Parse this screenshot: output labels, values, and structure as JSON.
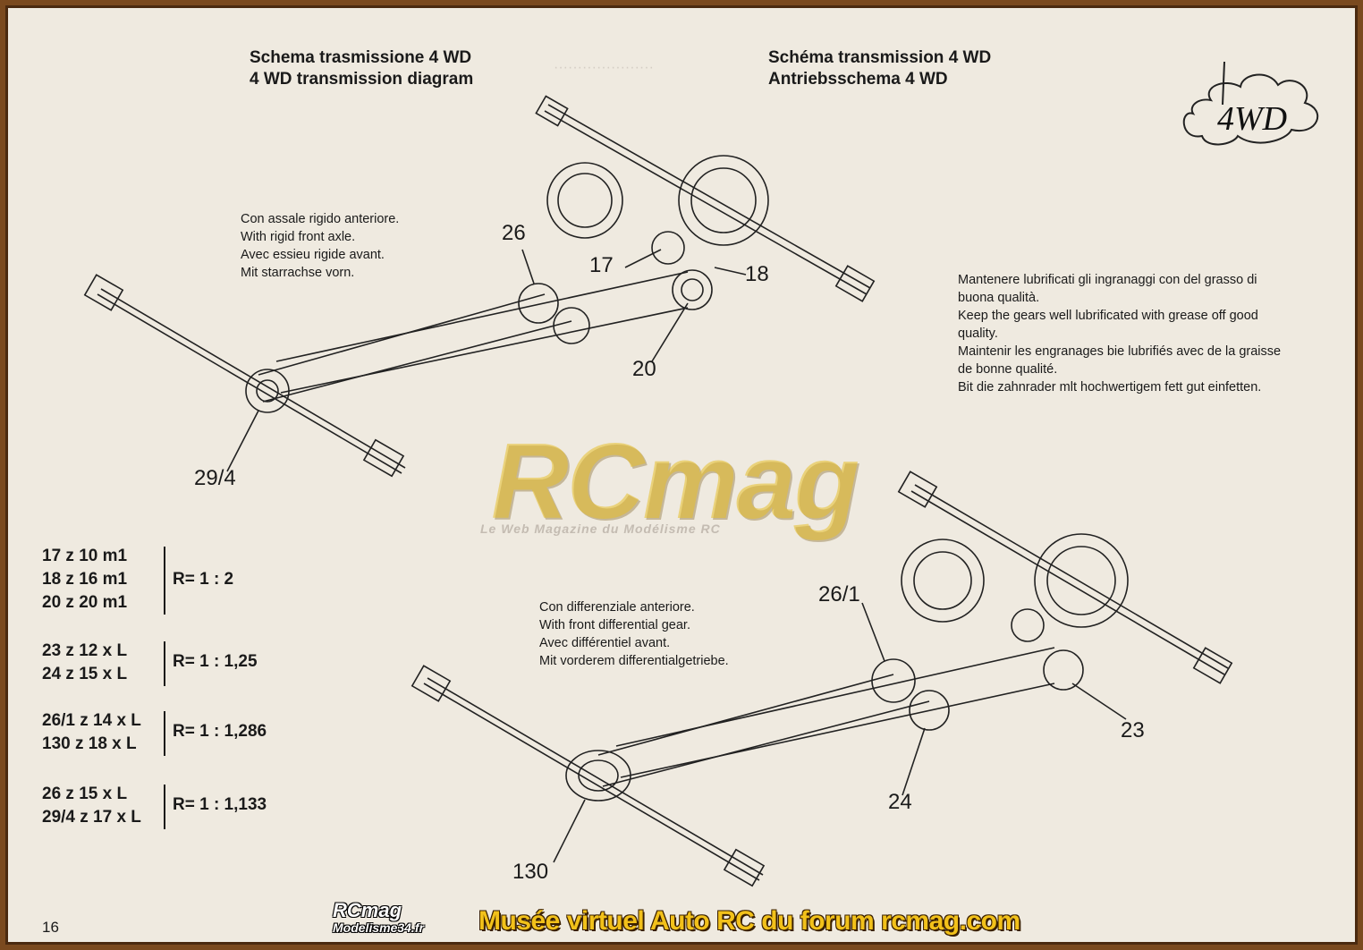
{
  "titles": {
    "it": "Schema trasmissione 4 WD",
    "en": "4 WD transmission diagram",
    "fr": "Schéma transmission 4 WD",
    "de": "Antriebsschema 4 WD"
  },
  "logo_4wd": "4WD",
  "notes": {
    "rigid_axle": [
      "Con assale rigido anteriore.",
      "With rigid front axle.",
      "Avec essieu rigide avant.",
      "Mit starrachse vorn."
    ],
    "lubrication": [
      "Mantenere lubrificati gli ingranaggi con del grasso di",
      "buona qualità.",
      "Keep the gears well lubrificated with grease off good",
      "quality.",
      "Maintenir les engranages bie lubrifiés avec de la graisse",
      "de bonne qualité.",
      "Bit die zahnrader  mlt hochwertigem fett gut einfetten."
    ],
    "front_diff": [
      "Con differenziale anteriore.",
      "With front differential gear.",
      "Avec différentiel avant.",
      "Mit vorderem differentialgetriebe."
    ]
  },
  "callouts": {
    "c26": "26",
    "c17": "17",
    "c18": "18",
    "c20": "20",
    "c29_4": "29/4",
    "c26_1": "26/1",
    "c23": "23",
    "c24": "24",
    "c130": "130"
  },
  "ratios": [
    {
      "gears": [
        "17 z 10 m1",
        "18 z 16 m1",
        "20 z 20 m1"
      ],
      "ratio": "R= 1 : 2"
    },
    {
      "gears": [
        "23 z 12 x L",
        "24 z 15 x L"
      ],
      "ratio": "R= 1 : 1,25"
    },
    {
      "gears": [
        "26/1 z 14 x L",
        "130 z 18 x L"
      ],
      "ratio": "R= 1 : 1,286"
    },
    {
      "gears": [
        "26 z 15 x L",
        "29/4 z 17 x L"
      ],
      "ratio": "R= 1 : 1,133"
    }
  ],
  "page_number": "16",
  "watermark": {
    "brand": "RCmag",
    "tagline": "Le Web Magazine du Modélisme RC"
  },
  "footer": {
    "logo_line1": "RCmag",
    "logo_line2": "Modelisme34.fr",
    "text": "Musée virtuel Auto RC du forum rcmag.com"
  }
}
